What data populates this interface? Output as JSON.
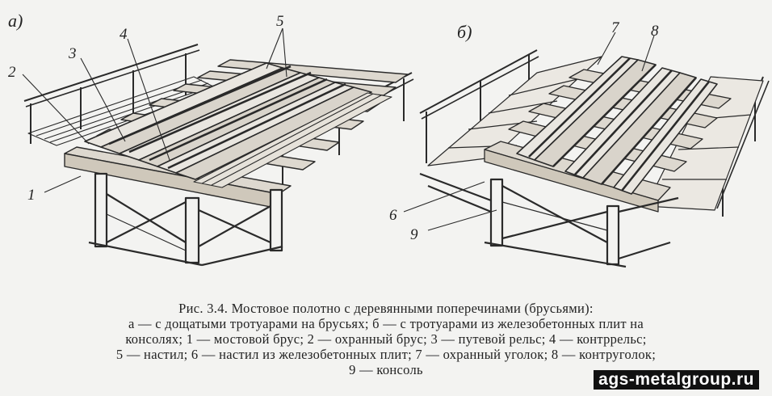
{
  "figure": {
    "labels": {
      "a": "а)",
      "b": "б)",
      "n1": "1",
      "n2": "2",
      "n3": "3",
      "n4": "4",
      "n5": "5",
      "n6": "6",
      "n7": "7",
      "n8": "8",
      "n9": "9"
    }
  },
  "caption": {
    "title": "Рис. 3.4. Мостовое полотно с деревянными поперечинами (брусьями):",
    "line1": "а — с дощатыми тротуарами на брусьях; б — с тротуарами из железобетонных плит на",
    "line2": "консолях; 1 — мостовой брус; 2 — охранный брус; 3 — путевой рельс; 4 — контррельс;",
    "line3": "5 — настил; 6 — настил из железобетонных плит; 7 — охранный уголок; 8 — контруголок;",
    "line4": "9 — консоль"
  },
  "watermark": "ags-metalgroup.ru"
}
